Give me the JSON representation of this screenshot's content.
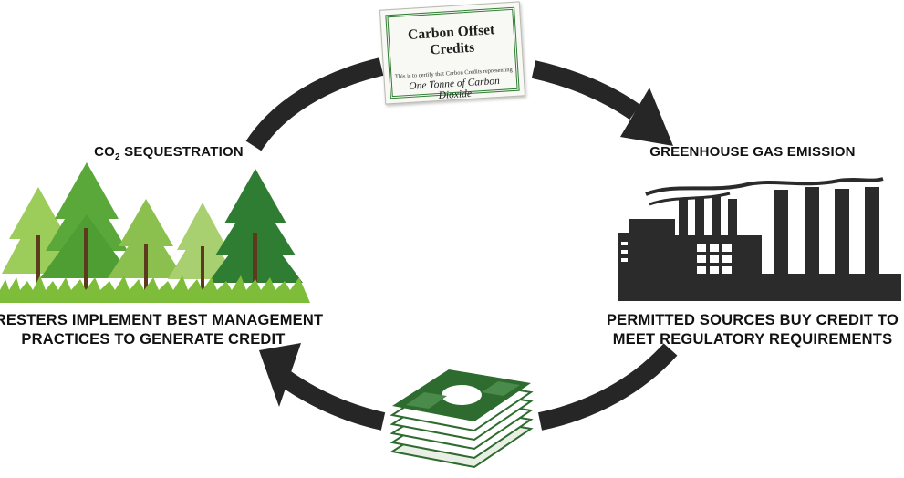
{
  "nodes": {
    "sequestration": {
      "title_prefix": "CO",
      "title_subscript": "2",
      "title_suffix": " SEQUESTRATION",
      "caption_line1": "ORESTERS IMPLEMENT BEST MANAGEMENT",
      "caption_line2": "PRACTICES TO GENERATE CREDIT",
      "icon": "forest-icon"
    },
    "emission": {
      "title": "GREENHOUSE GAS EMISSION",
      "caption_line1": "PERMITTED SOURCES BUY CREDIT TO",
      "caption_line2": "MEET REGULATORY REQUIREMENTS",
      "icon": "factory-icon"
    },
    "certificate": {
      "title": "Carbon Offset Credits",
      "line1": "This is to certify that Carbon Credits representing",
      "line2": "One Tonne of Carbon Dioxide",
      "icon": "certificate-icon"
    },
    "money": {
      "icon": "money-stack-icon"
    }
  },
  "colors": {
    "arrow": "#262626",
    "tree_dark": "#2f7d32",
    "tree_mid": "#5aa83a",
    "tree_light": "#9ccc5a",
    "grass": "#7dbd3a",
    "trunk": "#5b3a1e",
    "factory": "#2b2b2b",
    "money": "#2e6b2f",
    "certificate_border": "#2e7d32"
  }
}
